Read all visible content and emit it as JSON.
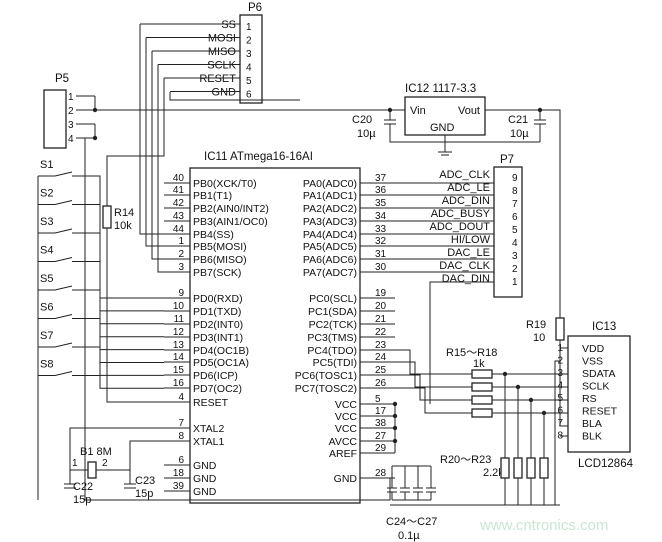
{
  "mcu": {
    "ref": "IC11 ATmega16-16AI",
    "pins_left": [
      {
        "n": "40",
        "label": "PB0(XCK/T0)"
      },
      {
        "n": "41",
        "label": "PB1(T1)"
      },
      {
        "n": "42",
        "label": "PB2(AIN0/INT2)"
      },
      {
        "n": "43",
        "label": "PB3(AIN1/OC0)"
      },
      {
        "n": "44",
        "label": "PB4(SS)"
      },
      {
        "n": "1",
        "label": "PB5(MOSI)"
      },
      {
        "n": "2",
        "label": "PB6(MISO)"
      },
      {
        "n": "3",
        "label": "PB7(SCK)"
      },
      {
        "n": "9",
        "label": "PD0(RXD)"
      },
      {
        "n": "10",
        "label": "PD1(TXD)"
      },
      {
        "n": "11",
        "label": "PD2(INT0)"
      },
      {
        "n": "12",
        "label": "PD3(INT1)"
      },
      {
        "n": "13",
        "label": "PD4(OC1B)"
      },
      {
        "n": "14",
        "label": "PD5(OC1A)"
      },
      {
        "n": "15",
        "label": "PD6(ICP)"
      },
      {
        "n": "16",
        "label": "PD7(OC2)"
      },
      {
        "n": "4",
        "label": "RESET"
      },
      {
        "n": "7",
        "label": "XTAL2"
      },
      {
        "n": "8",
        "label": "XTAL1"
      },
      {
        "n": "6",
        "label": "GND"
      },
      {
        "n": "18",
        "label": "GND"
      },
      {
        "n": "39",
        "label": "GND"
      }
    ],
    "pins_right_a": [
      {
        "n": "37",
        "label": "PA0(ADC0)"
      },
      {
        "n": "36",
        "label": "PA1(ADC1)"
      },
      {
        "n": "35",
        "label": "PA2(ADC2)"
      },
      {
        "n": "34",
        "label": "PA3(ADC3)"
      },
      {
        "n": "33",
        "label": "PA4(ADC4)"
      },
      {
        "n": "32",
        "label": "PA5(ADC5)"
      },
      {
        "n": "31",
        "label": "PA6(ADC6)"
      },
      {
        "n": "30",
        "label": "PA7(ADC7)"
      }
    ],
    "pins_right_c": [
      {
        "n": "19",
        "label": "PC0(SCL)"
      },
      {
        "n": "20",
        "label": "PC1(SDA)"
      },
      {
        "n": "21",
        "label": "PC2(TCK)"
      },
      {
        "n": "22",
        "label": "PC3(TMS)"
      },
      {
        "n": "23",
        "label": "PC4(TDO)"
      },
      {
        "n": "24",
        "label": "PC5(TDI)"
      },
      {
        "n": "25",
        "label": "PC6(TOSC1)"
      },
      {
        "n": "26",
        "label": "PC7(TOSC2)"
      }
    ],
    "pins_right_p": [
      {
        "n": "5",
        "label": "VCC"
      },
      {
        "n": "17",
        "label": "VCC"
      },
      {
        "n": "38",
        "label": "VCC"
      },
      {
        "n": "27",
        "label": "AVCC"
      },
      {
        "n": "29",
        "label": "AREF"
      },
      {
        "n": "28",
        "label": "GND"
      }
    ]
  },
  "p6": {
    "ref": "P6",
    "signals": [
      "SS",
      "MOSI",
      "MISO",
      "SCLK",
      "RESET",
      "GND"
    ],
    "pins": [
      "1",
      "2",
      "3",
      "4",
      "5",
      "6"
    ]
  },
  "p5": {
    "ref": "P5",
    "pins": [
      "1",
      "2",
      "3",
      "4"
    ]
  },
  "p7": {
    "ref": "P7",
    "signals": [
      "ADC_CLK",
      "ADC_LE",
      "ADC_DIN",
      "ADC_BUSY",
      "ADC_DOUT",
      "HI/LOW",
      "DAC_LE",
      "DAC_CLK",
      "DAC_DIN"
    ],
    "pins": [
      "9",
      "8",
      "7",
      "6",
      "5",
      "4",
      "3",
      "2",
      "1"
    ]
  },
  "reg": {
    "ref": "IC12 1117-3.3",
    "vin": "Vin",
    "vout": "Vout",
    "gnd": "GND"
  },
  "c20": {
    "ref": "C20",
    "val": "10µ"
  },
  "c21": {
    "ref": "C21",
    "val": "10µ"
  },
  "r14": {
    "ref": "R14",
    "val": "10k"
  },
  "r19": {
    "ref": "R19",
    "val": "10"
  },
  "r15": {
    "ref": "R15～R18",
    "val": "1k"
  },
  "r20": {
    "ref": "R20～R23",
    "val": "2.2k"
  },
  "xtal": {
    "ref": "B1 8M",
    "p1": "1",
    "p2": "2"
  },
  "c22": {
    "ref": "C22",
    "val": "15p"
  },
  "c23": {
    "ref": "C23",
    "val": "15p"
  },
  "c24": {
    "ref": "C24～C27",
    "val": "0.1µ"
  },
  "switches": [
    "S1",
    "S2",
    "S3",
    "S4",
    "S5",
    "S6",
    "S7",
    "S8"
  ],
  "lcd": {
    "ref": "IC13",
    "name": "LCD12864",
    "pins": [
      {
        "n": "1",
        "label": "VDD"
      },
      {
        "n": "2",
        "label": "VSS"
      },
      {
        "n": "3",
        "label": "SDATA"
      },
      {
        "n": "4",
        "label": "SCLK"
      },
      {
        "n": "5",
        "label": "RS"
      },
      {
        "n": "6",
        "label": "RESET"
      },
      {
        "n": "7",
        "label": "BLA"
      },
      {
        "n": "8",
        "label": "BLK"
      }
    ]
  },
  "watermark": "www.cntronics.com"
}
